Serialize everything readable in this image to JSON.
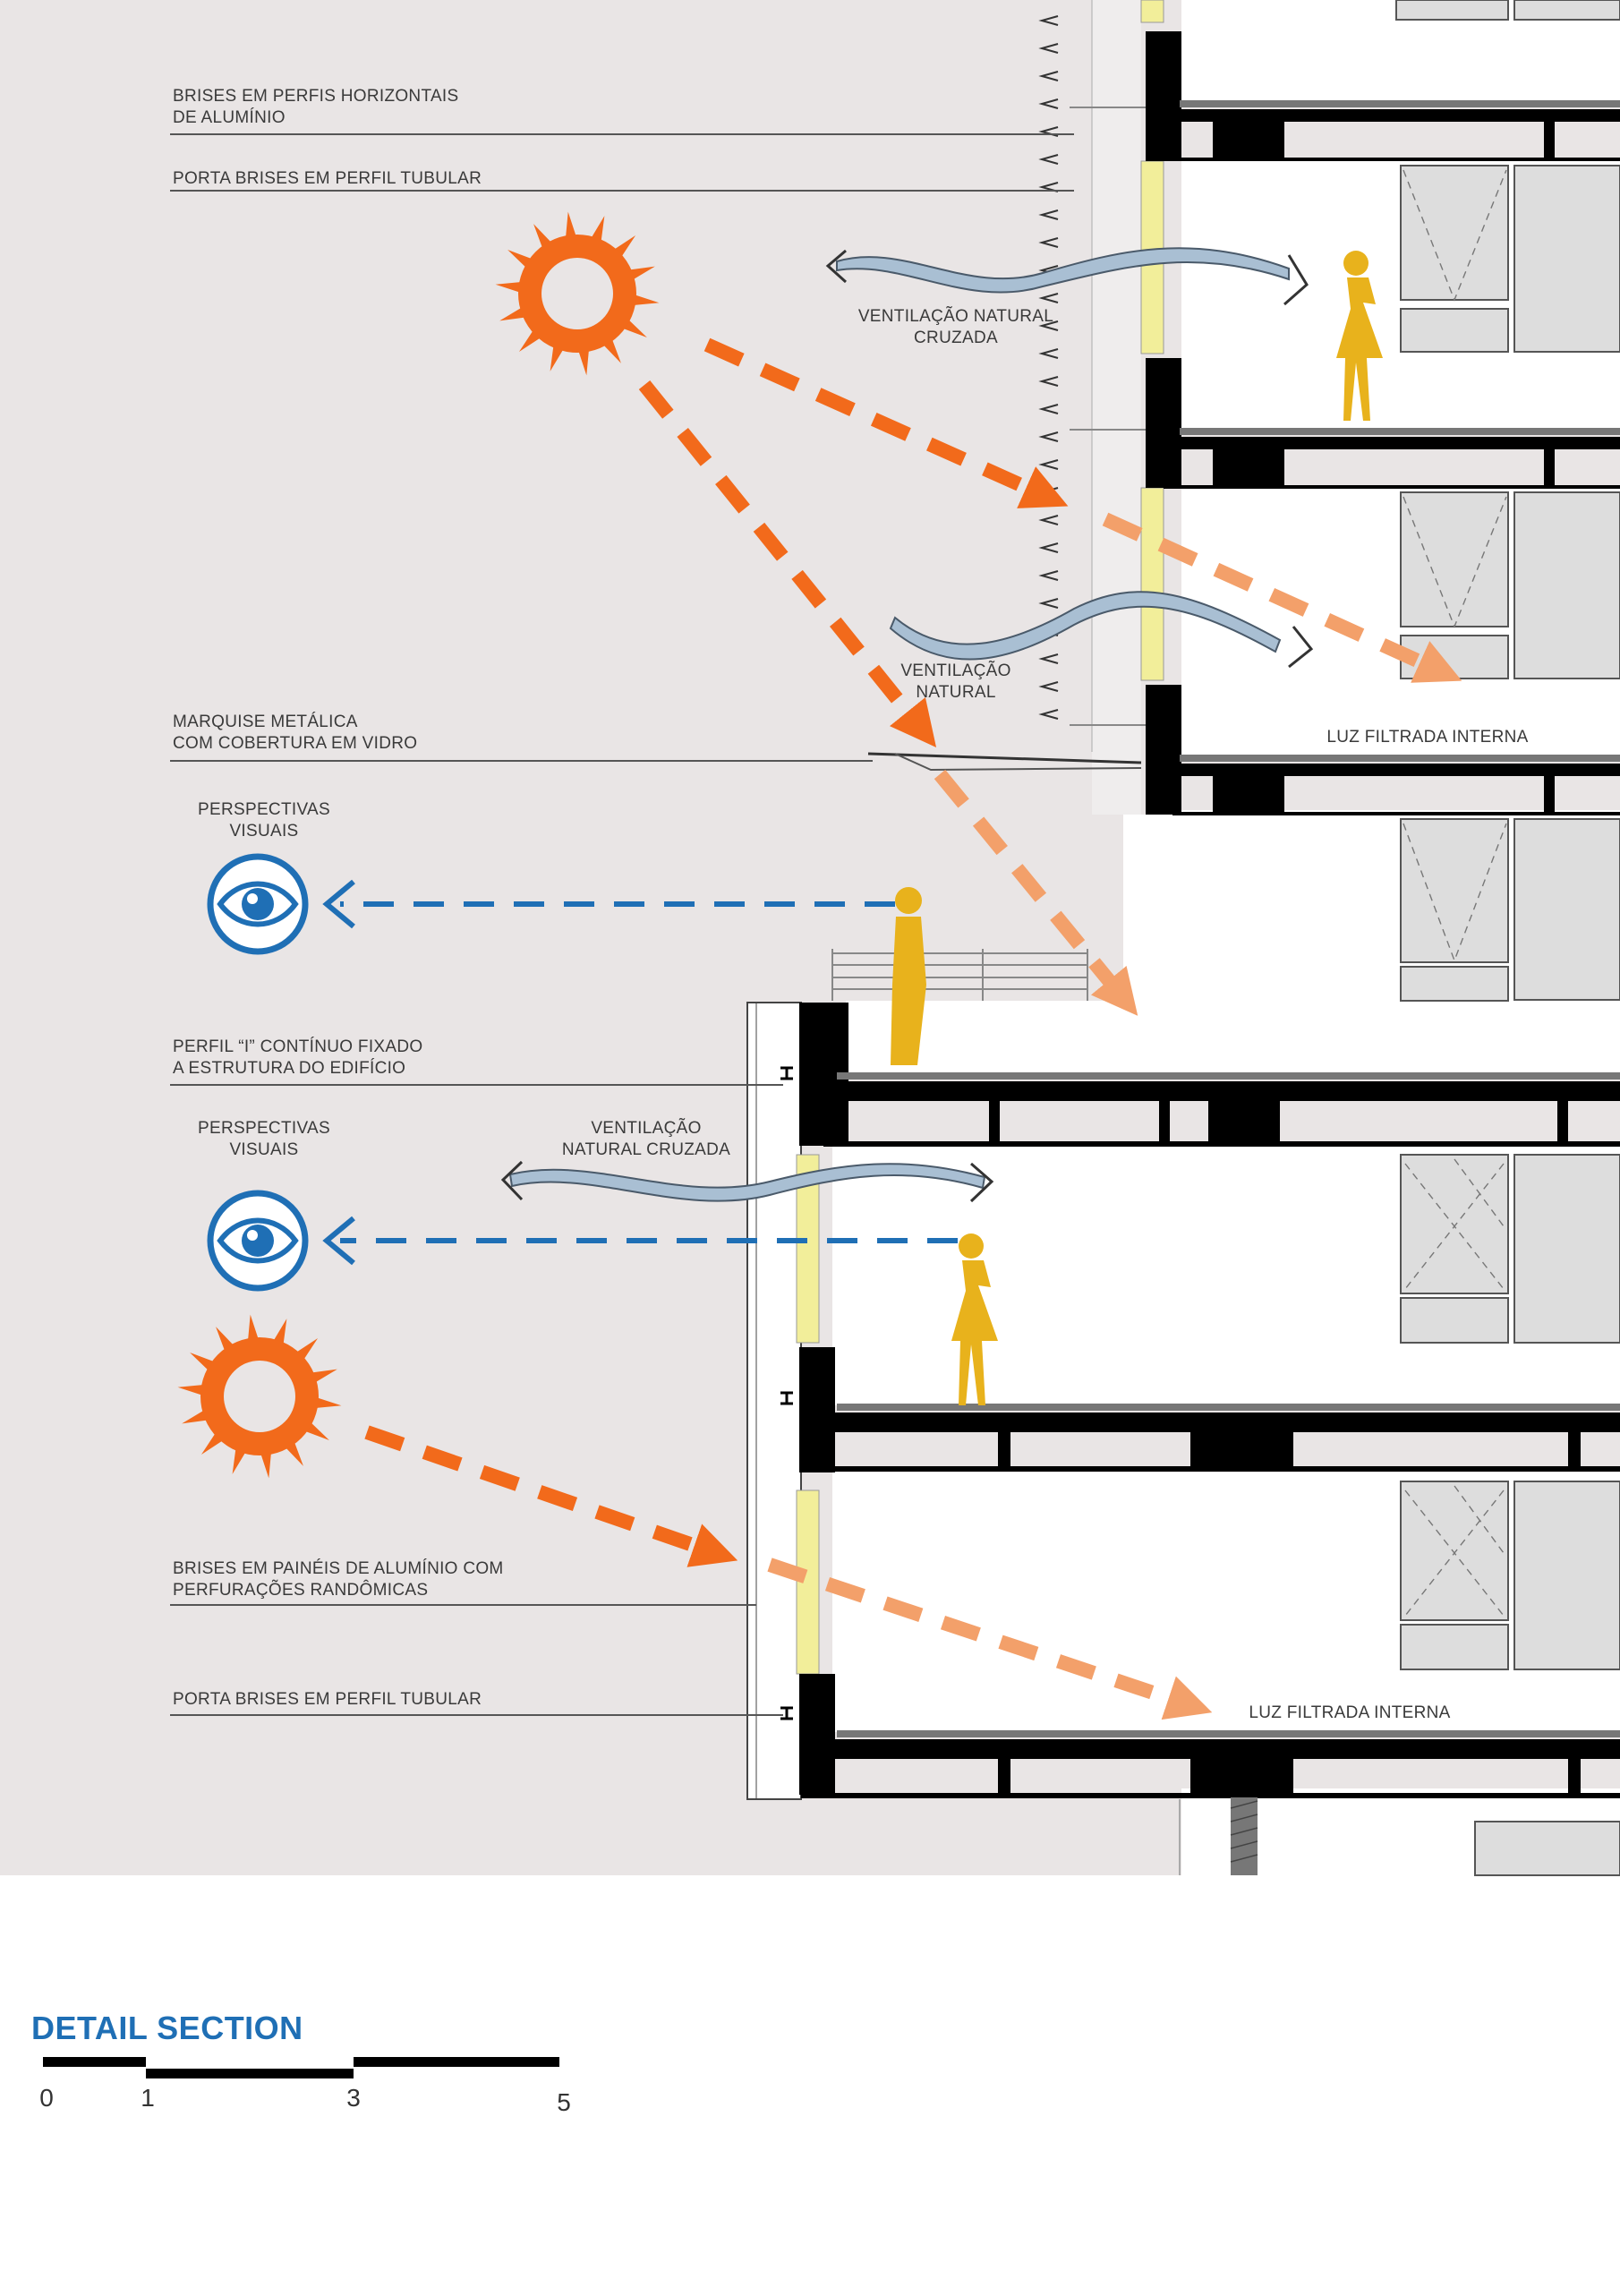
{
  "title": "DETAIL SECTION",
  "scale_ticks": [
    "0",
    "1",
    "3",
    "5"
  ],
  "labels": {
    "brises_horizontais": [
      "BRISES EM PERFIS HORIZONTAIS",
      "DE ALUMÍNIO"
    ],
    "porta_brises_top": [
      "PORTA BRISES EM PERFIL TUBULAR"
    ],
    "ventilacao_cruzada_top": [
      "VENTILAÇÃO NATURAL",
      "CRUZADA"
    ],
    "ventilacao_natural": [
      "VENTILAÇÃO",
      "NATURAL"
    ],
    "marquise": [
      "MARQUISE METÁLICA",
      "COM COBERTURA EM VIDRO"
    ],
    "perspectivas_top": [
      "PERSPECTIVAS",
      "VISUAIS"
    ],
    "luz_top": [
      "LUZ FILTRADA INTERNA"
    ],
    "perfil_i": [
      "PERFIL “I” CONTÍNUO FIXADO",
      "A ESTRUTURA DO EDIFÍCIO"
    ],
    "perspectivas_bottom": [
      "PERSPECTIVAS",
      "VISUAIS"
    ],
    "ventilacao_cruzada_bottom": [
      "VENTILAÇÃO",
      "NATURAL CRUZADA"
    ],
    "brises_paineis": [
      "BRISES EM PAINÉIS DE ALUMÍNIO COM",
      "PERFURAÇÕES RANDÔMICAS"
    ],
    "porta_brises_bottom": [
      "PORTA BRISES EM PERFIL TUBULAR"
    ],
    "luz_bottom": [
      "LUZ FILTRADA INTERNA"
    ]
  },
  "colors": {
    "background": "#e9e5e5",
    "sun": "#f26a1b",
    "sun_arrow": "#f26a1b",
    "filtered_arrow": "#f3a06a",
    "eye": "#1f6fb5",
    "person": "#e8b21c",
    "glass": "#f2ee9a",
    "structure": "#000000",
    "airflow": "#a9bfd3"
  },
  "icons": [
    "sun-icon",
    "eye-icon",
    "person-icon",
    "airflow-ribbon-icon",
    "arrow-icon"
  ]
}
